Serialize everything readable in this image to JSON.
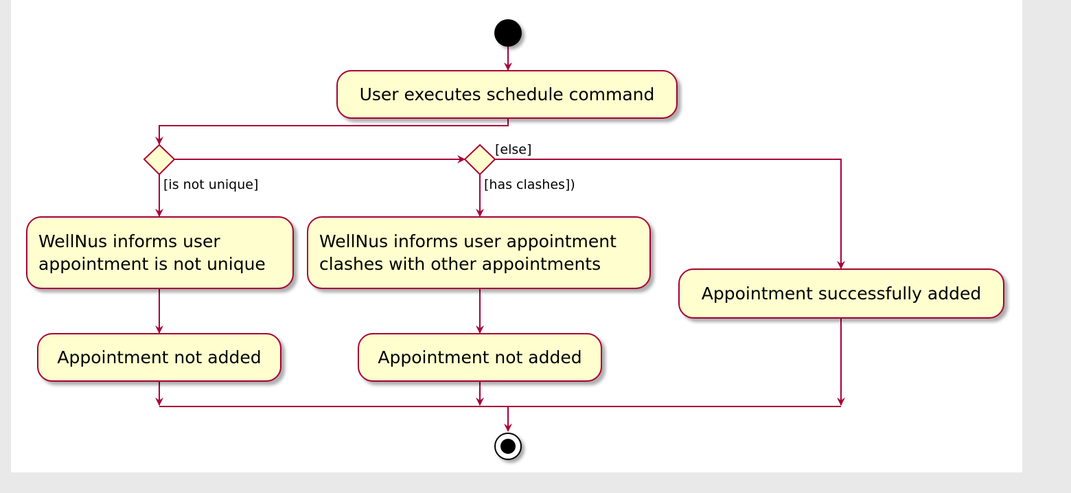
{
  "diagram": {
    "type": "activity",
    "actions": {
      "execute": "User executes schedule command",
      "inform_not_unique_line1": "WellNus informs user",
      "inform_not_unique_line2": "appointment is not unique",
      "not_added_1": "Appointment not added",
      "inform_clash_line1": "WellNus informs user appointment",
      "inform_clash_line2": "clashes with other appointments",
      "not_added_2": "Appointment not added",
      "success": "Appointment successfully added"
    },
    "guards": {
      "not_unique": "[is not unique]",
      "has_clashes": "[has clashes])",
      "else": "[else]"
    },
    "colors": {
      "action_fill": "#fefece",
      "line": "#a80036",
      "diamond_fill": "#fefece"
    }
  }
}
